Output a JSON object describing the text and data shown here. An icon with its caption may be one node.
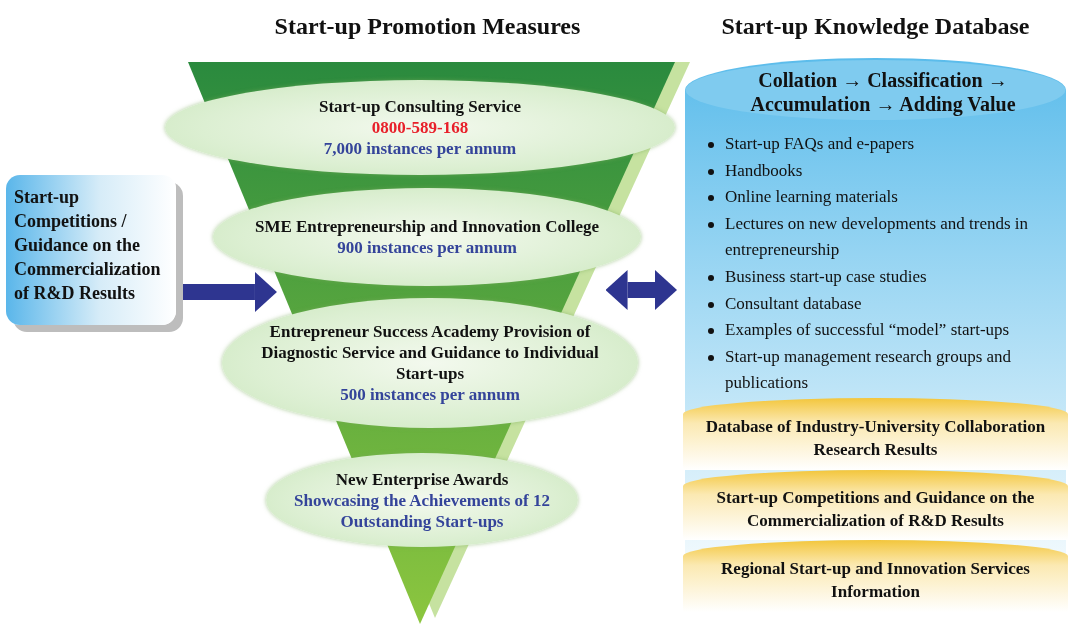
{
  "diagram": {
    "nodes": [
      {
        "text": [
          "Start-up Promotion Measures"
        ]
      },
      {
        "text": [
          "Start-up Consulting Service",
          "0800-589-168",
          "7,000 instances per annum"
        ],
        "in": 0
      },
      {
        "text": [
          "SME Entrepreneurship and Innovation College",
          "900 instances per annum"
        ],
        "in": 0
      },
      {
        "text": [
          "Entrepreneur Success Academy Provision of Diagnostic Service and Guidance to Individual Start-ups",
          "500 instances per annum"
        ],
        "in": 0
      },
      {
        "text": [
          "New Enterprise Awards",
          "Showcasing the Achievements of 12 Outstanding Start-ups"
        ],
        "in": 0
      },
      {
        "text": [
          "Start-up Competitions / Guidance on the Commercialization of R&D Results"
        ]
      },
      {
        "text": [
          "Start-up Knowledge Database",
          "Collation → Classification → Accumulation → Adding Value",
          "Start-up FAQs and e-papers",
          "Handbooks",
          "Online learning materials",
          "Lectures on new developments and trends in entrepreneurship",
          "Business start-up case studies",
          "Consultant database",
          "Examples of successful “model” start-ups",
          "Start-up management research groups and publications"
        ]
      },
      {
        "text": [
          "Database of Industry-University Collaboration Research Results"
        ],
        "in": 6
      },
      {
        "text": [
          "Start-up Competitions and Guidance on the Commercialization of R&D Results"
        ],
        "in": 6
      },
      {
        "text": [
          "Regional Start-up and Innovation Services Information"
        ],
        "in": 6
      }
    ],
    "edges": [
      {
        "from": 5,
        "to": 0,
        "arrow": "to"
      },
      {
        "from": 0,
        "to": 6,
        "arrow": "both"
      }
    ]
  }
}
